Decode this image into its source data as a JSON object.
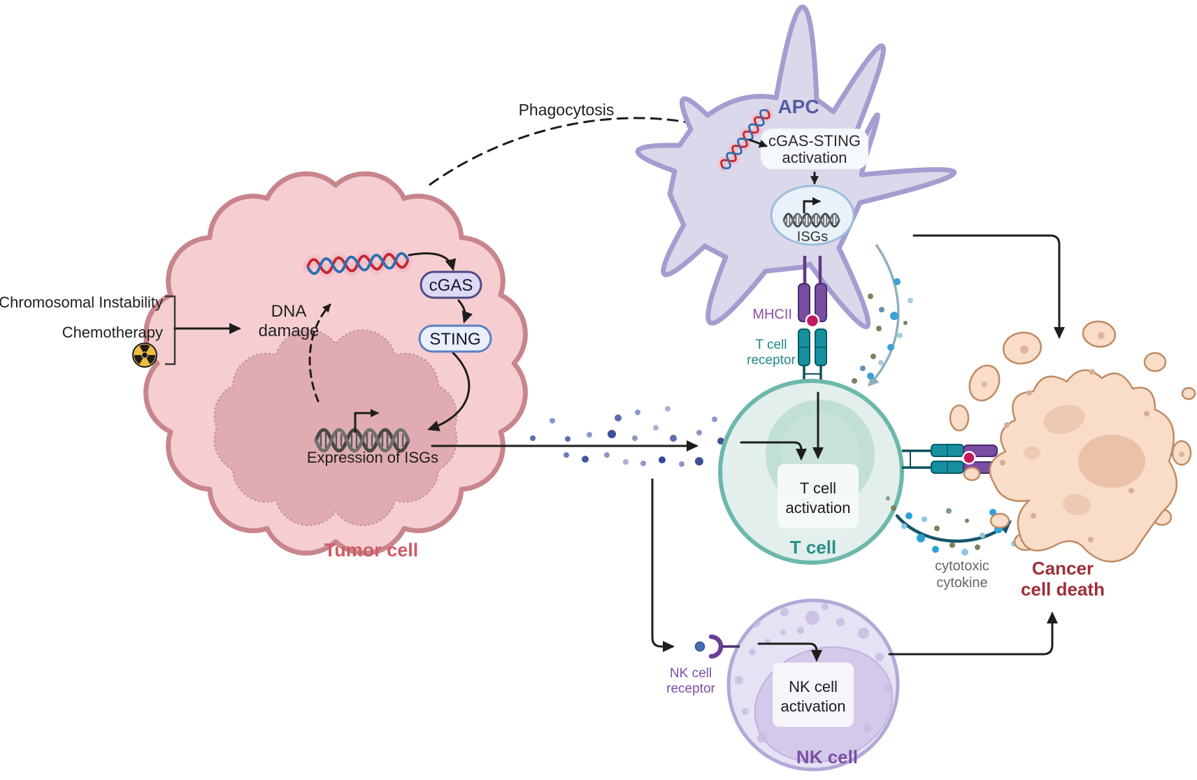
{
  "labels": {
    "chromosomal_instability": "Chromosomal Instability",
    "chemotherapy": "Chemotherapy",
    "dna_damage_line1": "DNA",
    "dna_damage_line2": "damage",
    "cgas": "cGAS",
    "sting": "STING",
    "expression_isgs": "Expression of ISGs",
    "tumor_cell": "Tumor cell",
    "phagocytosis": "Phagocytosis",
    "apc": "APC",
    "cgas_sting_activation_line1": "cGAS-STING",
    "cgas_sting_activation_line2": "activation",
    "isgs": "ISGs",
    "mhcii": "MHCII",
    "t_cell_receptor_line1": "T cell",
    "t_cell_receptor_line2": "receptor",
    "t_cell_activation_line1": "T cell",
    "t_cell_activation_line2": "activation",
    "t_cell": "T cell",
    "cytotoxic_cytokine_line1": "cytotoxic",
    "cytotoxic_cytokine_line2": "cytokine",
    "cancer_cell_death_line1": "Cancer",
    "cancer_cell_death_line2": "cell death",
    "nk_cell_receptor_line1": "NK cell",
    "nk_cell_receptor_line2": "receptor",
    "nk_cell_activation_line1": "NK cell",
    "nk_cell_activation_line2": "activation",
    "nk_cell": "NK cell"
  },
  "colors": {
    "tumor_cell_fill": "#f6ced1",
    "tumor_cell_stroke": "#c8858c",
    "tumor_nucleus_fill": "#e0acb1",
    "tumor_label": "#cf5b66",
    "apc_fill": "#dcd8ec",
    "apc_stroke": "#a49dcf",
    "apc_label": "#565ba5",
    "apc_nucleus_fill": "#e9f1fb",
    "apc_nucleus_stroke": "#9cbede",
    "cgas_pill_fill": "#dcd9f4",
    "cgas_pill_stroke": "#4c4a85",
    "sting_pill_fill": "#e9effc",
    "sting_pill_stroke": "#5c7fc1",
    "t_cell_fill": "#e3efec",
    "t_cell_stroke": "#6cb8ab",
    "t_cell_nucleus": "#c2dfd7",
    "t_cell_label": "#279089",
    "nk_cell_fill": "#e6e1f3",
    "nk_cell_stroke": "#b3a9d8",
    "nk_cell_nucleus": "#d3c9ea",
    "nk_label": "#7b4fa6",
    "cancer_cell_fill": "#f9ddc9",
    "cancer_cell_stroke": "#c08b62",
    "cancer_label": "#9c2f38",
    "mhc_purple": "#7a4da0",
    "tcr_teal": "#1790a0",
    "antigen_red": "#c4195c",
    "radiation_yellow": "#eebd3e",
    "dna_red": "#c2282e",
    "dna_blue": "#2e6fb2",
    "isg_dot_blue": "#46579e",
    "cytokine_blue": "#29a3d8",
    "cytotoxic_arrow": "#16566b",
    "arrow_black": "#1d1d1d"
  }
}
